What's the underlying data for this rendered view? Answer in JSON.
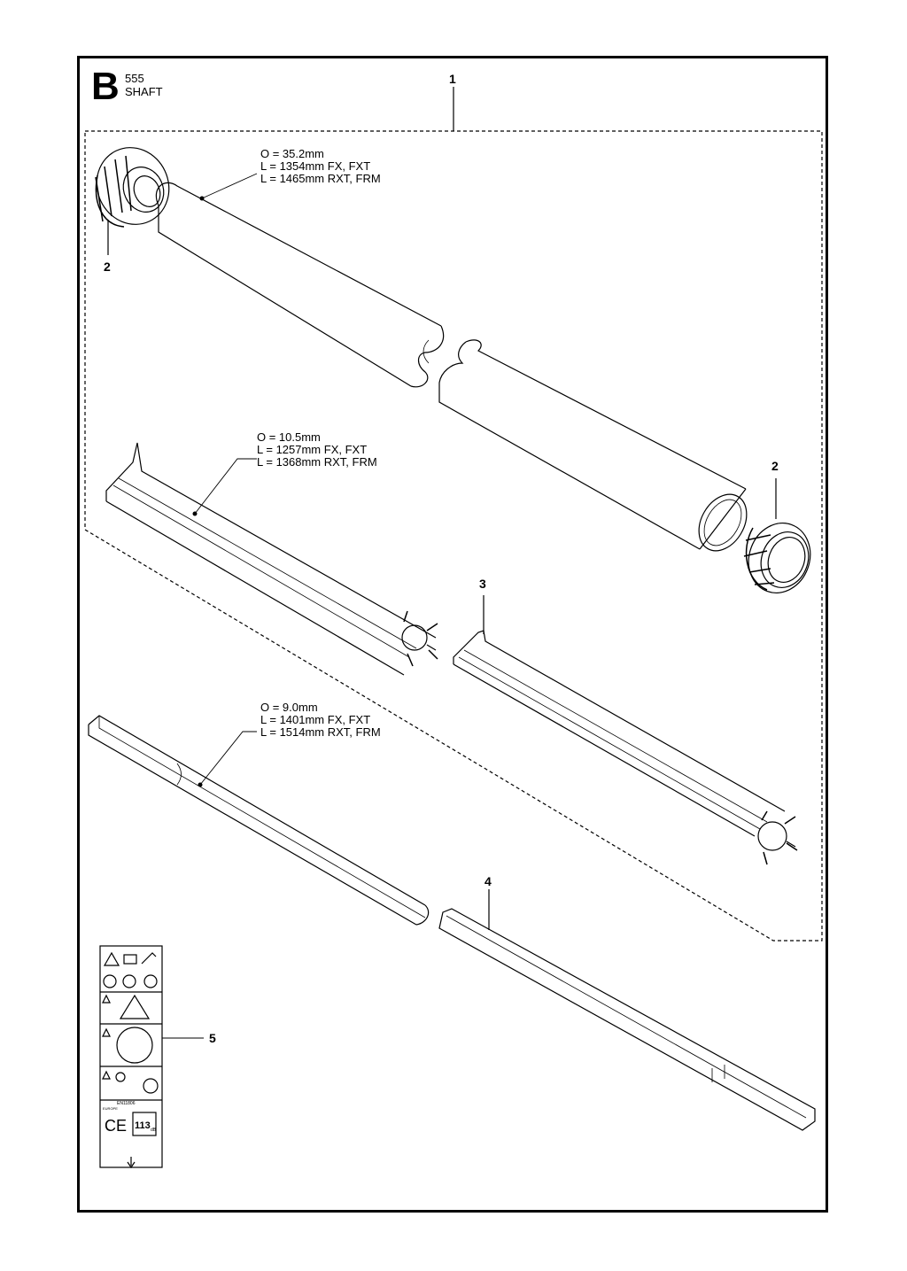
{
  "header": {
    "section_letter": "B",
    "model": "555",
    "title": "SHAFT"
  },
  "parts": [
    {
      "number": "1"
    },
    {
      "number": "2"
    },
    {
      "number": "2"
    },
    {
      "number": "3"
    },
    {
      "number": "4"
    },
    {
      "number": "5"
    }
  ],
  "dimensions": {
    "tube": [
      "O = 35.2mm",
      "L = 1354mm FX, FXT",
      "L = 1465mm RXT, FRM"
    ],
    "liner": [
      "O = 10.5mm",
      "L = 1257mm FX, FXT",
      "L = 1368mm RXT, FRM"
    ],
    "drive_shaft": [
      "O = 9.0mm",
      "L = 1401mm FX, FXT",
      "L = 1514mm RXT, FRM"
    ]
  },
  "label_sticker": {
    "standard": "EN11806",
    "region": "EUROPE",
    "ce_mark": "CE",
    "sound_level": "113",
    "sound_unit": "dB"
  }
}
